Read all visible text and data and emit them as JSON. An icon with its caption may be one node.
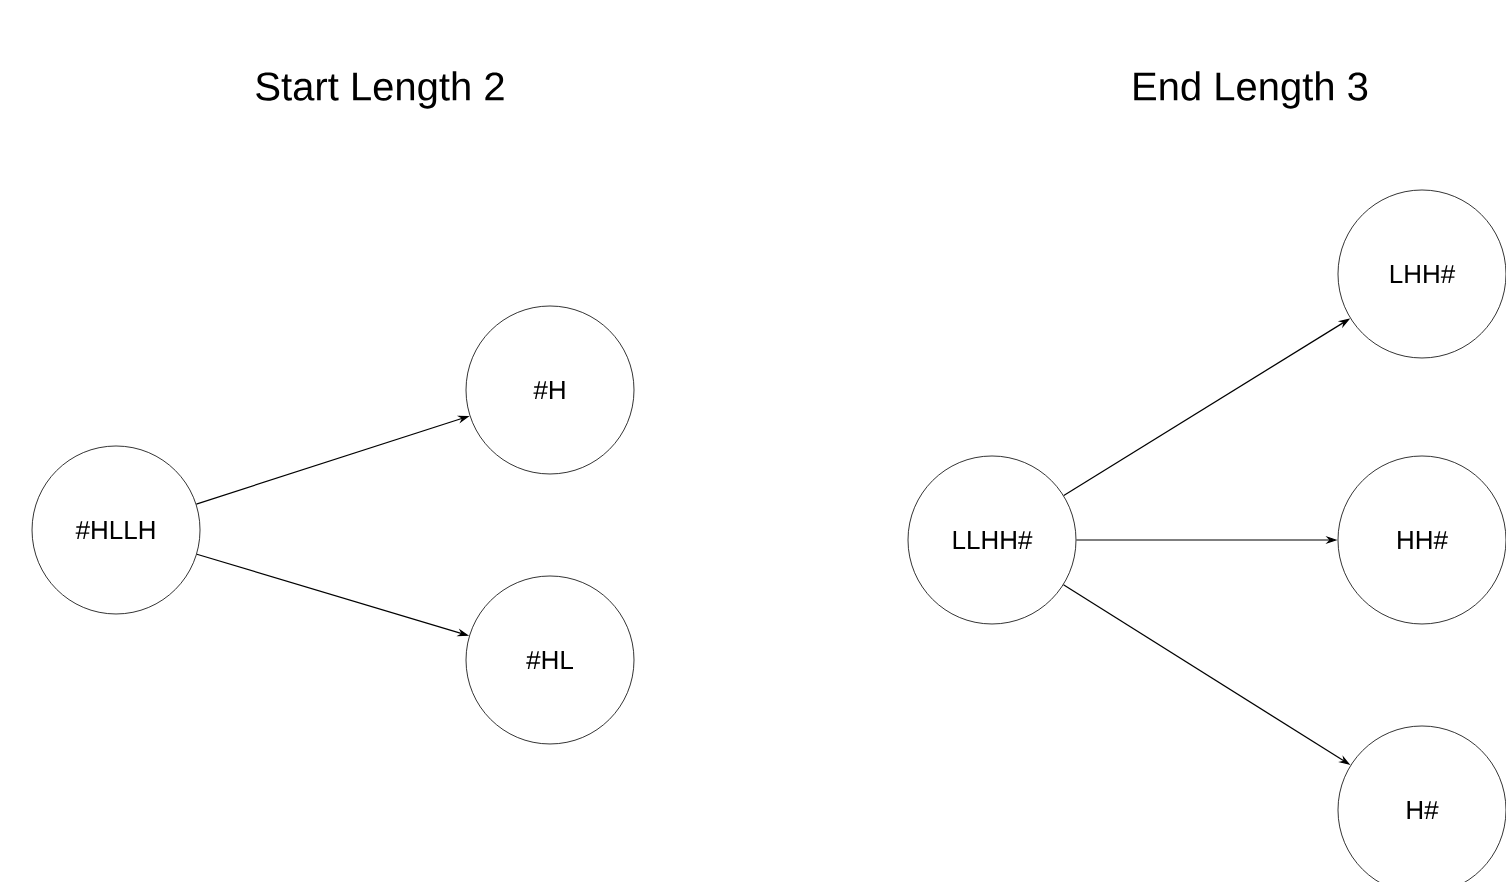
{
  "diagram": {
    "nodes": [
      {
        "text": [
          "#HLLH"
        ]
      },
      {
        "text": [
          "#H"
        ]
      },
      {
        "text": [
          "#HL"
        ]
      },
      {
        "text": [
          "LLHH#"
        ]
      },
      {
        "text": [
          "LHH#"
        ]
      },
      {
        "text": [
          "HH#"
        ]
      },
      {
        "text": [
          "H#"
        ]
      }
    ],
    "edges": [
      {
        "from": 0,
        "to": 1,
        "arrow": "to"
      },
      {
        "from": 0,
        "to": 2,
        "arrow": "to"
      },
      {
        "from": 3,
        "to": 4,
        "arrow": "to"
      },
      {
        "from": 3,
        "to": 5,
        "arrow": "to"
      },
      {
        "from": 3,
        "to": 6,
        "arrow": "to"
      }
    ],
    "labels": [
      "Start Length 2",
      "End Length 3"
    ]
  }
}
